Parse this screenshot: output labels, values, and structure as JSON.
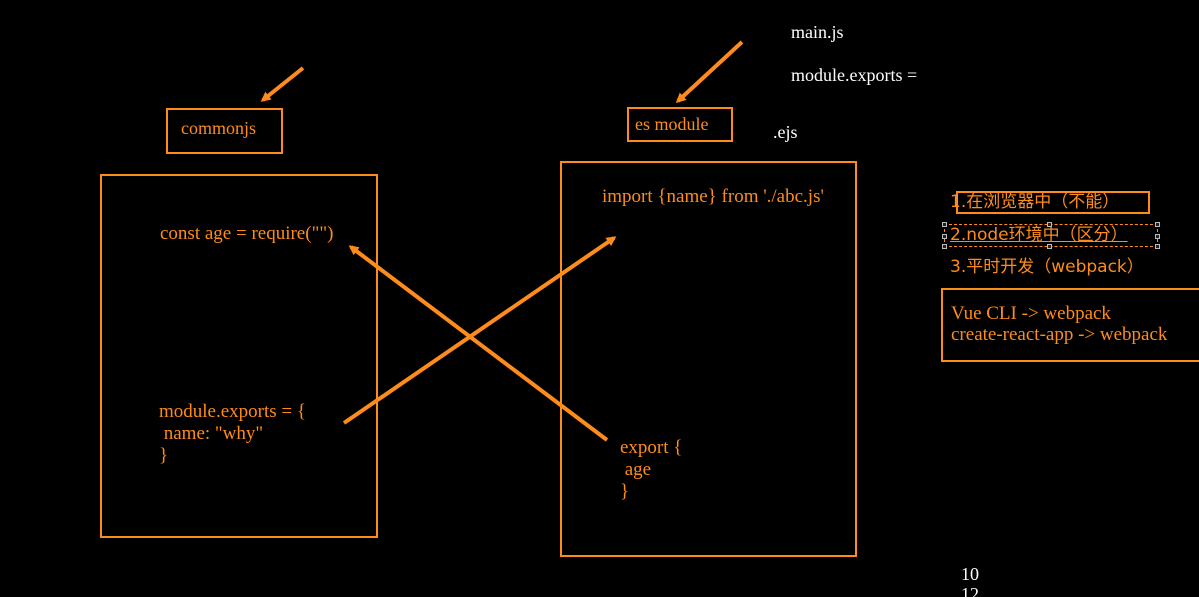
{
  "labels": {
    "commonjs": "commonjs",
    "es_module": "es module",
    "main_js": "main.js",
    "module_exports_assign": "module.exports =",
    "ejs": ".ejs"
  },
  "commonjs_box": {
    "require_line": "const age = require(\"\")",
    "exports_line1": "module.exports = {",
    "exports_line2": " name: \"why\"",
    "exports_line3": "}"
  },
  "esmodule_box": {
    "import_line": "import {name} from './abc.js'",
    "export_line1": "export {",
    "export_line2": " age",
    "export_line3": "}"
  },
  "notes": {
    "item1": "1.在浏览器中（不能）",
    "item2": "2.node环境中（区分）",
    "item3": "3.平时开发（webpack）"
  },
  "tools_box": {
    "line1": "Vue CLI -> webpack",
    "line2": "create-react-app -> webpack"
  },
  "line_numbers": {
    "a": "10",
    "b": "12"
  },
  "colors": {
    "accent": "#ff8c1a",
    "background": "#000000",
    "text_light": "#ffffff"
  }
}
